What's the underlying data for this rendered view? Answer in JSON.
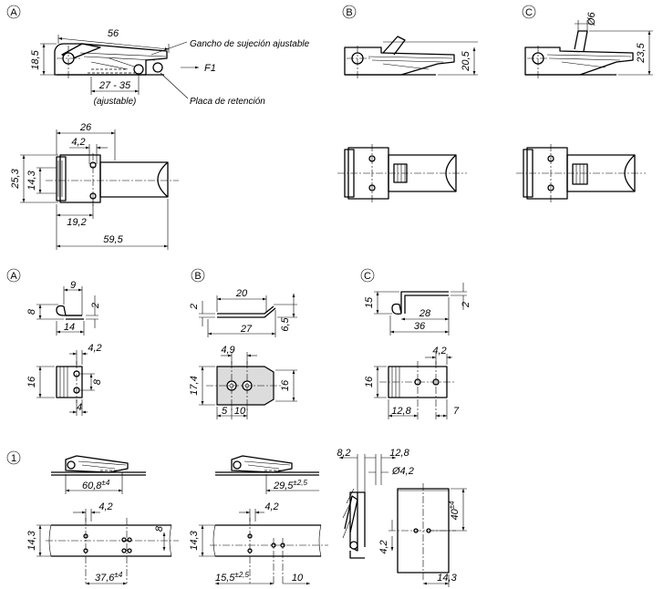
{
  "markers": {
    "a": "A",
    "b": "B",
    "c": "C",
    "one": "1"
  },
  "top_a": {
    "d56": "56",
    "d18_5": "18,5",
    "d27_35": "27 - 35",
    "ajustable": "(ajustable)",
    "gancho": "Gancho de sujeción ajustable",
    "placa": "Placa de retención",
    "f1": "F1"
  },
  "top_b": {
    "d20_5": "20,5"
  },
  "top_c": {
    "d6": "Ø6",
    "d23_5": "23,5"
  },
  "plan_a": {
    "d26": "26",
    "d4_2": "4,2",
    "d25_3": "25,3",
    "d14_3": "14,3",
    "d19_2": "19,2",
    "d59_5": "59,5"
  },
  "plate_a": {
    "d9": "9",
    "d8": "8",
    "d2": "2",
    "d14": "14",
    "d4_2": "4,2",
    "d16": "16",
    "d8b": "8",
    "d4": "4"
  },
  "plate_b": {
    "d20": "20",
    "d2": "2",
    "d27": "27",
    "d6_5": "6,5",
    "d4_9": "4,9",
    "d17_4": "17,4",
    "d16": "16",
    "d5": "5",
    "d10": "10"
  },
  "plate_c": {
    "d15": "15",
    "d2": "2",
    "d28": "28",
    "d36": "36",
    "d4_2": "4,2",
    "d16": "16",
    "d12_8": "12,8",
    "d7": "7"
  },
  "inst1": {
    "d60_8": "60,8",
    "tol60_8": "±4",
    "d4_2": "4,2",
    "d14_3": "14,3",
    "d8": "8",
    "d37_6": "37,6",
    "tol37_6": "±4"
  },
  "inst2": {
    "d29_5": "29,5",
    "tol29_5": "±2,5",
    "d4_2": "4,2",
    "d14_3": "14,3",
    "d15_5": "15,5",
    "tol15_5": "±2,5",
    "d10": "10"
  },
  "inst3": {
    "d8_2": "8,2",
    "d12_8": "12,8",
    "d4_2hole": "Ø4,2",
    "d40": "40",
    "tol40": "±4",
    "d4_2": "4,2",
    "d14_3": "14,3"
  }
}
